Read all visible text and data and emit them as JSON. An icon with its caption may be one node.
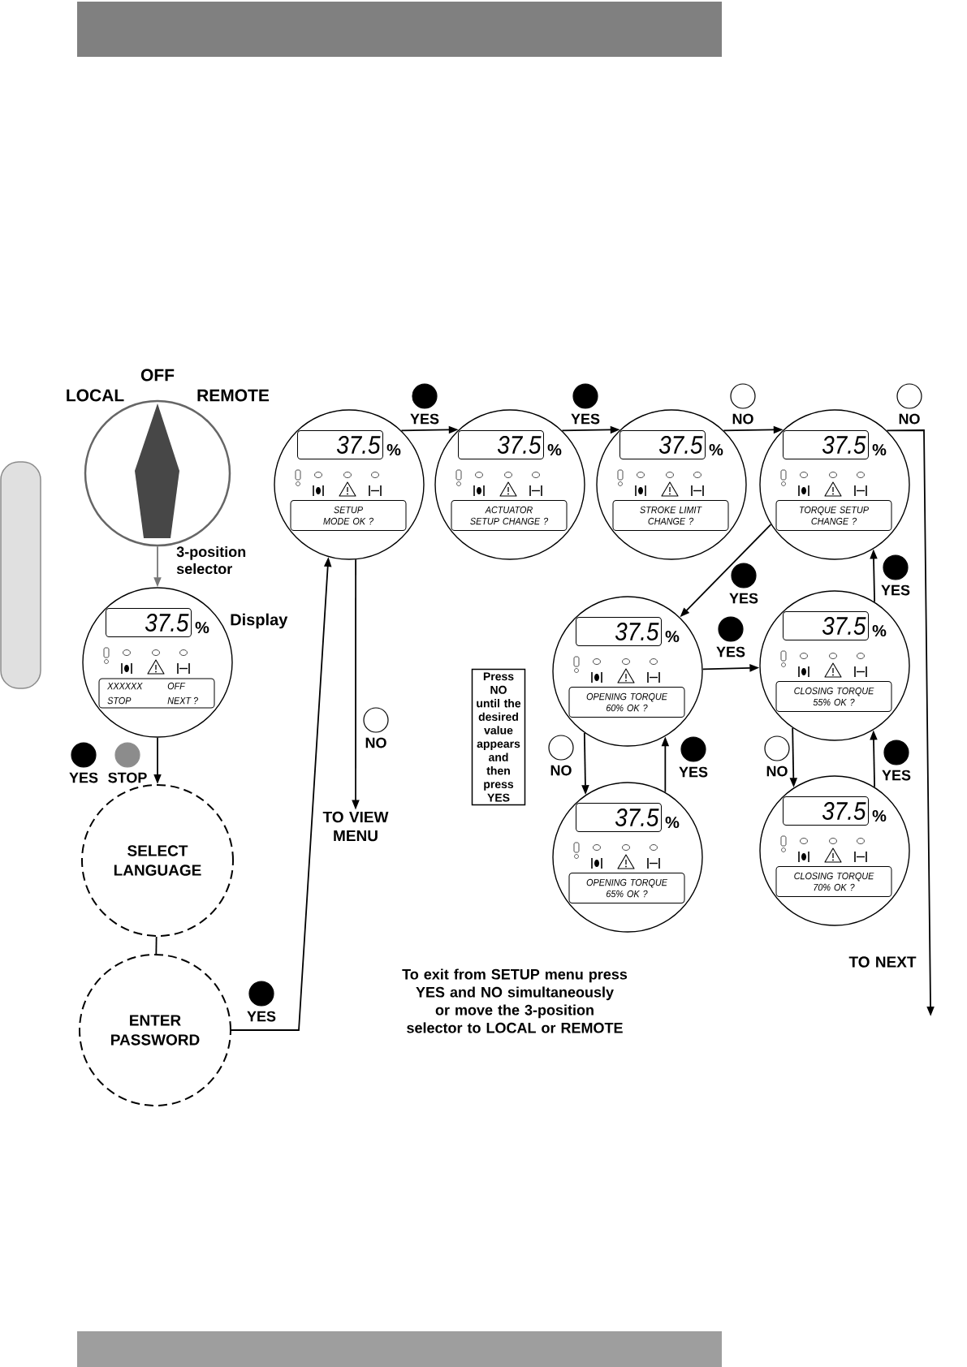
{
  "diagram": {
    "nodes": [
      {
        "text": [],
        "shape": "circle",
        "beside": [
          "LOCAL",
          "OFF",
          "REMOTE",
          "3-position selector"
        ]
      },
      {
        "text": [
          "37.5",
          "%",
          "XXXXXX",
          "OFF",
          "STOP",
          "NEXT ?"
        ],
        "beside": [
          "Display"
        ]
      },
      {
        "text": [
          "SELECT LANGUAGE"
        ]
      },
      {
        "text": [
          "ENTER PASSWORD"
        ]
      },
      {
        "text": [
          "37.5",
          "%",
          "SETUP MODE OK ?"
        ]
      },
      {
        "text": [
          "37.5",
          "%",
          "ACTUATOR SETUP CHANGE ?"
        ]
      },
      {
        "text": [
          "37.5",
          "%",
          "STROKE LIMIT CHANGE ?"
        ]
      },
      {
        "text": [
          "37.5",
          "%",
          "TORQUE SETUP CHANGE ?"
        ]
      },
      {
        "text": [
          "37.5",
          "%",
          "OPENING TORQUE 60% OK ?"
        ]
      },
      {
        "text": [
          "37.5",
          "%",
          "CLOSING TORQUE 55% OK ?"
        ]
      },
      {
        "text": [
          "37.5",
          "%",
          "OPENING TORQUE 65% OK ?"
        ]
      },
      {
        "text": [
          "37.5",
          "%",
          "CLOSING TORQUE 70% OK ?"
        ]
      },
      {
        "text": [
          "TO VIEW MENU"
        ]
      },
      {
        "text": [
          "TO NEXT"
        ]
      },
      {
        "text": [
          "Press NO until the desired value appears and then press YES"
        ]
      }
    ],
    "edges": [
      {
        "from": 0,
        "to": 1,
        "arrow": "to",
        "color": "#777777"
      },
      {
        "from": 1,
        "to": 2,
        "arrow": "to"
      },
      {
        "from": 2,
        "to": 3,
        "arrow": "none"
      },
      {
        "from": 3,
        "to": 4,
        "arrow": "to",
        "label": "YES"
      },
      {
        "from": 4,
        "to": 12,
        "arrow": "to",
        "label": "NO"
      },
      {
        "from": 4,
        "to": 5,
        "arrow": "to",
        "label": "YES"
      },
      {
        "from": 5,
        "to": 6,
        "arrow": "to",
        "label": "YES"
      },
      {
        "from": 6,
        "to": 7,
        "arrow": "to",
        "label": "NO"
      },
      {
        "from": 7,
        "to": 13,
        "arrow": "to",
        "label": "NO"
      },
      {
        "from": 7,
        "to": 8,
        "arrow": "to",
        "label": "YES"
      },
      {
        "from": 8,
        "to": 9,
        "arrow": "to",
        "label": "YES"
      },
      {
        "from": 8,
        "to": 10,
        "arrow": "to",
        "label": "NO"
      },
      {
        "from": 10,
        "to": 8,
        "arrow": "to",
        "label": "YES"
      },
      {
        "from": 9,
        "to": 11,
        "arrow": "to",
        "label": "NO"
      },
      {
        "from": 11,
        "to": 9,
        "arrow": "to",
        "label": "YES"
      },
      {
        "from": 9,
        "to": 7,
        "arrow": "to",
        "label": "YES"
      }
    ],
    "labels": [
      "YES",
      "STOP",
      "To exit from SETUP menu press YES and NO simultaneously or move the 3-position selector to LOCAL or REMOTE"
    ]
  }
}
